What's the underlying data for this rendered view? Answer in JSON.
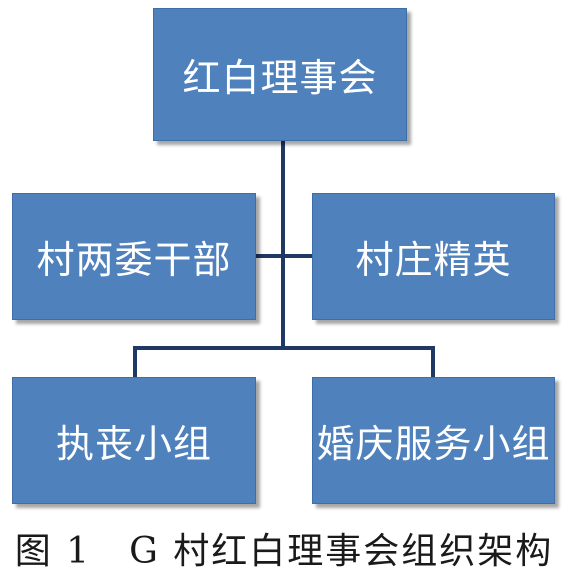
{
  "diagram": {
    "nodes": {
      "top": "红白理事会",
      "left": "村两委干部",
      "right": "村庄精英",
      "bottom_left": "执丧小组",
      "bottom_right": "婚庆服务小组"
    },
    "edges": [
      [
        "top",
        "left"
      ],
      [
        "top",
        "right"
      ],
      [
        "top",
        "bottom_left"
      ],
      [
        "top",
        "bottom_right"
      ]
    ],
    "colors": {
      "box_fill": "#4f81bd",
      "box_text": "#ffffff",
      "connector": "#1f3864"
    }
  },
  "caption": "图 1　G 村红白理事会组织架构"
}
